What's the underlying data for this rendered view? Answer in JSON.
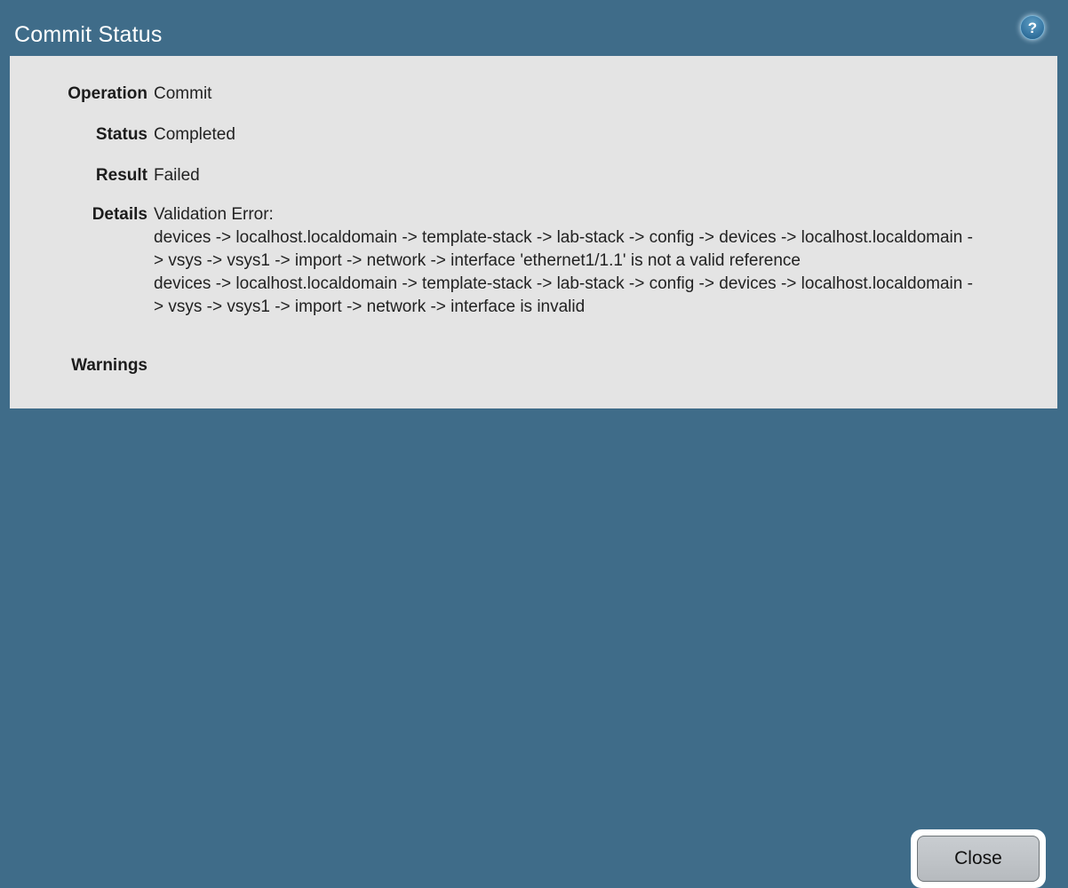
{
  "dialog": {
    "title": "Commit Status",
    "help_icon": "help-question-icon",
    "header_color": "#3f6c89",
    "panel_color": "#e4e4e4"
  },
  "fields": {
    "operation": {
      "label": "Operation",
      "value": "Commit"
    },
    "status": {
      "label": "Status",
      "value": "Completed"
    },
    "result": {
      "label": "Result",
      "value": "Failed"
    },
    "details": {
      "label": "Details",
      "lines": [
        "Validation Error:",
        "devices -> localhost.localdomain -> template-stack -> lab-stack -> config -> devices -> localhost.localdomain -> vsys -> vsys1 -> import -> network -> interface 'ethernet1/1.1' is not a valid reference",
        "devices -> localhost.localdomain -> template-stack -> lab-stack -> config -> devices -> localhost.localdomain -> vsys -> vsys1 -> import -> network -> interface is invalid"
      ]
    },
    "warnings": {
      "label": "Warnings",
      "value": ""
    }
  },
  "footer": {
    "close_label": "Close"
  }
}
